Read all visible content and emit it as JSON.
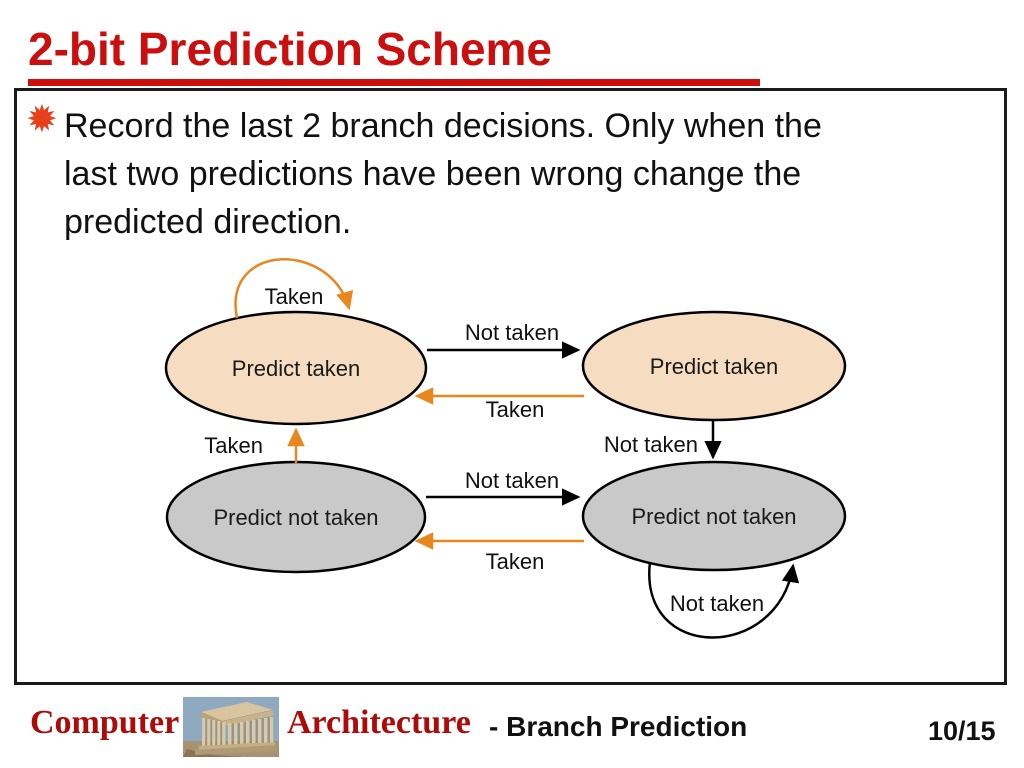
{
  "title": {
    "text": "2-bit Prediction Scheme",
    "color": "#CB0E0E"
  },
  "bullet": {
    "glyph": "✹",
    "lines": [
      "Record the last 2 branch decisions. Only when the",
      "last two predictions have been wrong change the",
      "predicted direction."
    ]
  },
  "diagram": {
    "states": [
      {
        "label": "Predict taken",
        "fill": "#F6DCC0"
      },
      {
        "label": "Predict taken",
        "fill": "#F6DCC0"
      },
      {
        "label": "Predict not taken",
        "fill": "#C9C9C9"
      },
      {
        "label": "Predict not taken",
        "fill": "#C9C9C9"
      }
    ],
    "transitions": {
      "tl_self": "Taken",
      "tl_to_tr": "Not taken",
      "tr_to_tl": "Taken",
      "bl_to_tl": "Taken",
      "tr_to_br": "Not taken",
      "bl_to_br": "Not taken",
      "br_to_bl": "Taken",
      "br_self": "Not taken"
    },
    "colors": {
      "taken_arrow": "#E8871E",
      "not_taken_arrow": "#000000",
      "state_taken_fill": "#F6DCC0",
      "state_not_taken_fill": "#C9C9C9"
    }
  },
  "footer": {
    "course_word1": "Computer",
    "course_word2": "Architecture",
    "lecture": "- Branch Prediction",
    "page_number": "10/15"
  }
}
